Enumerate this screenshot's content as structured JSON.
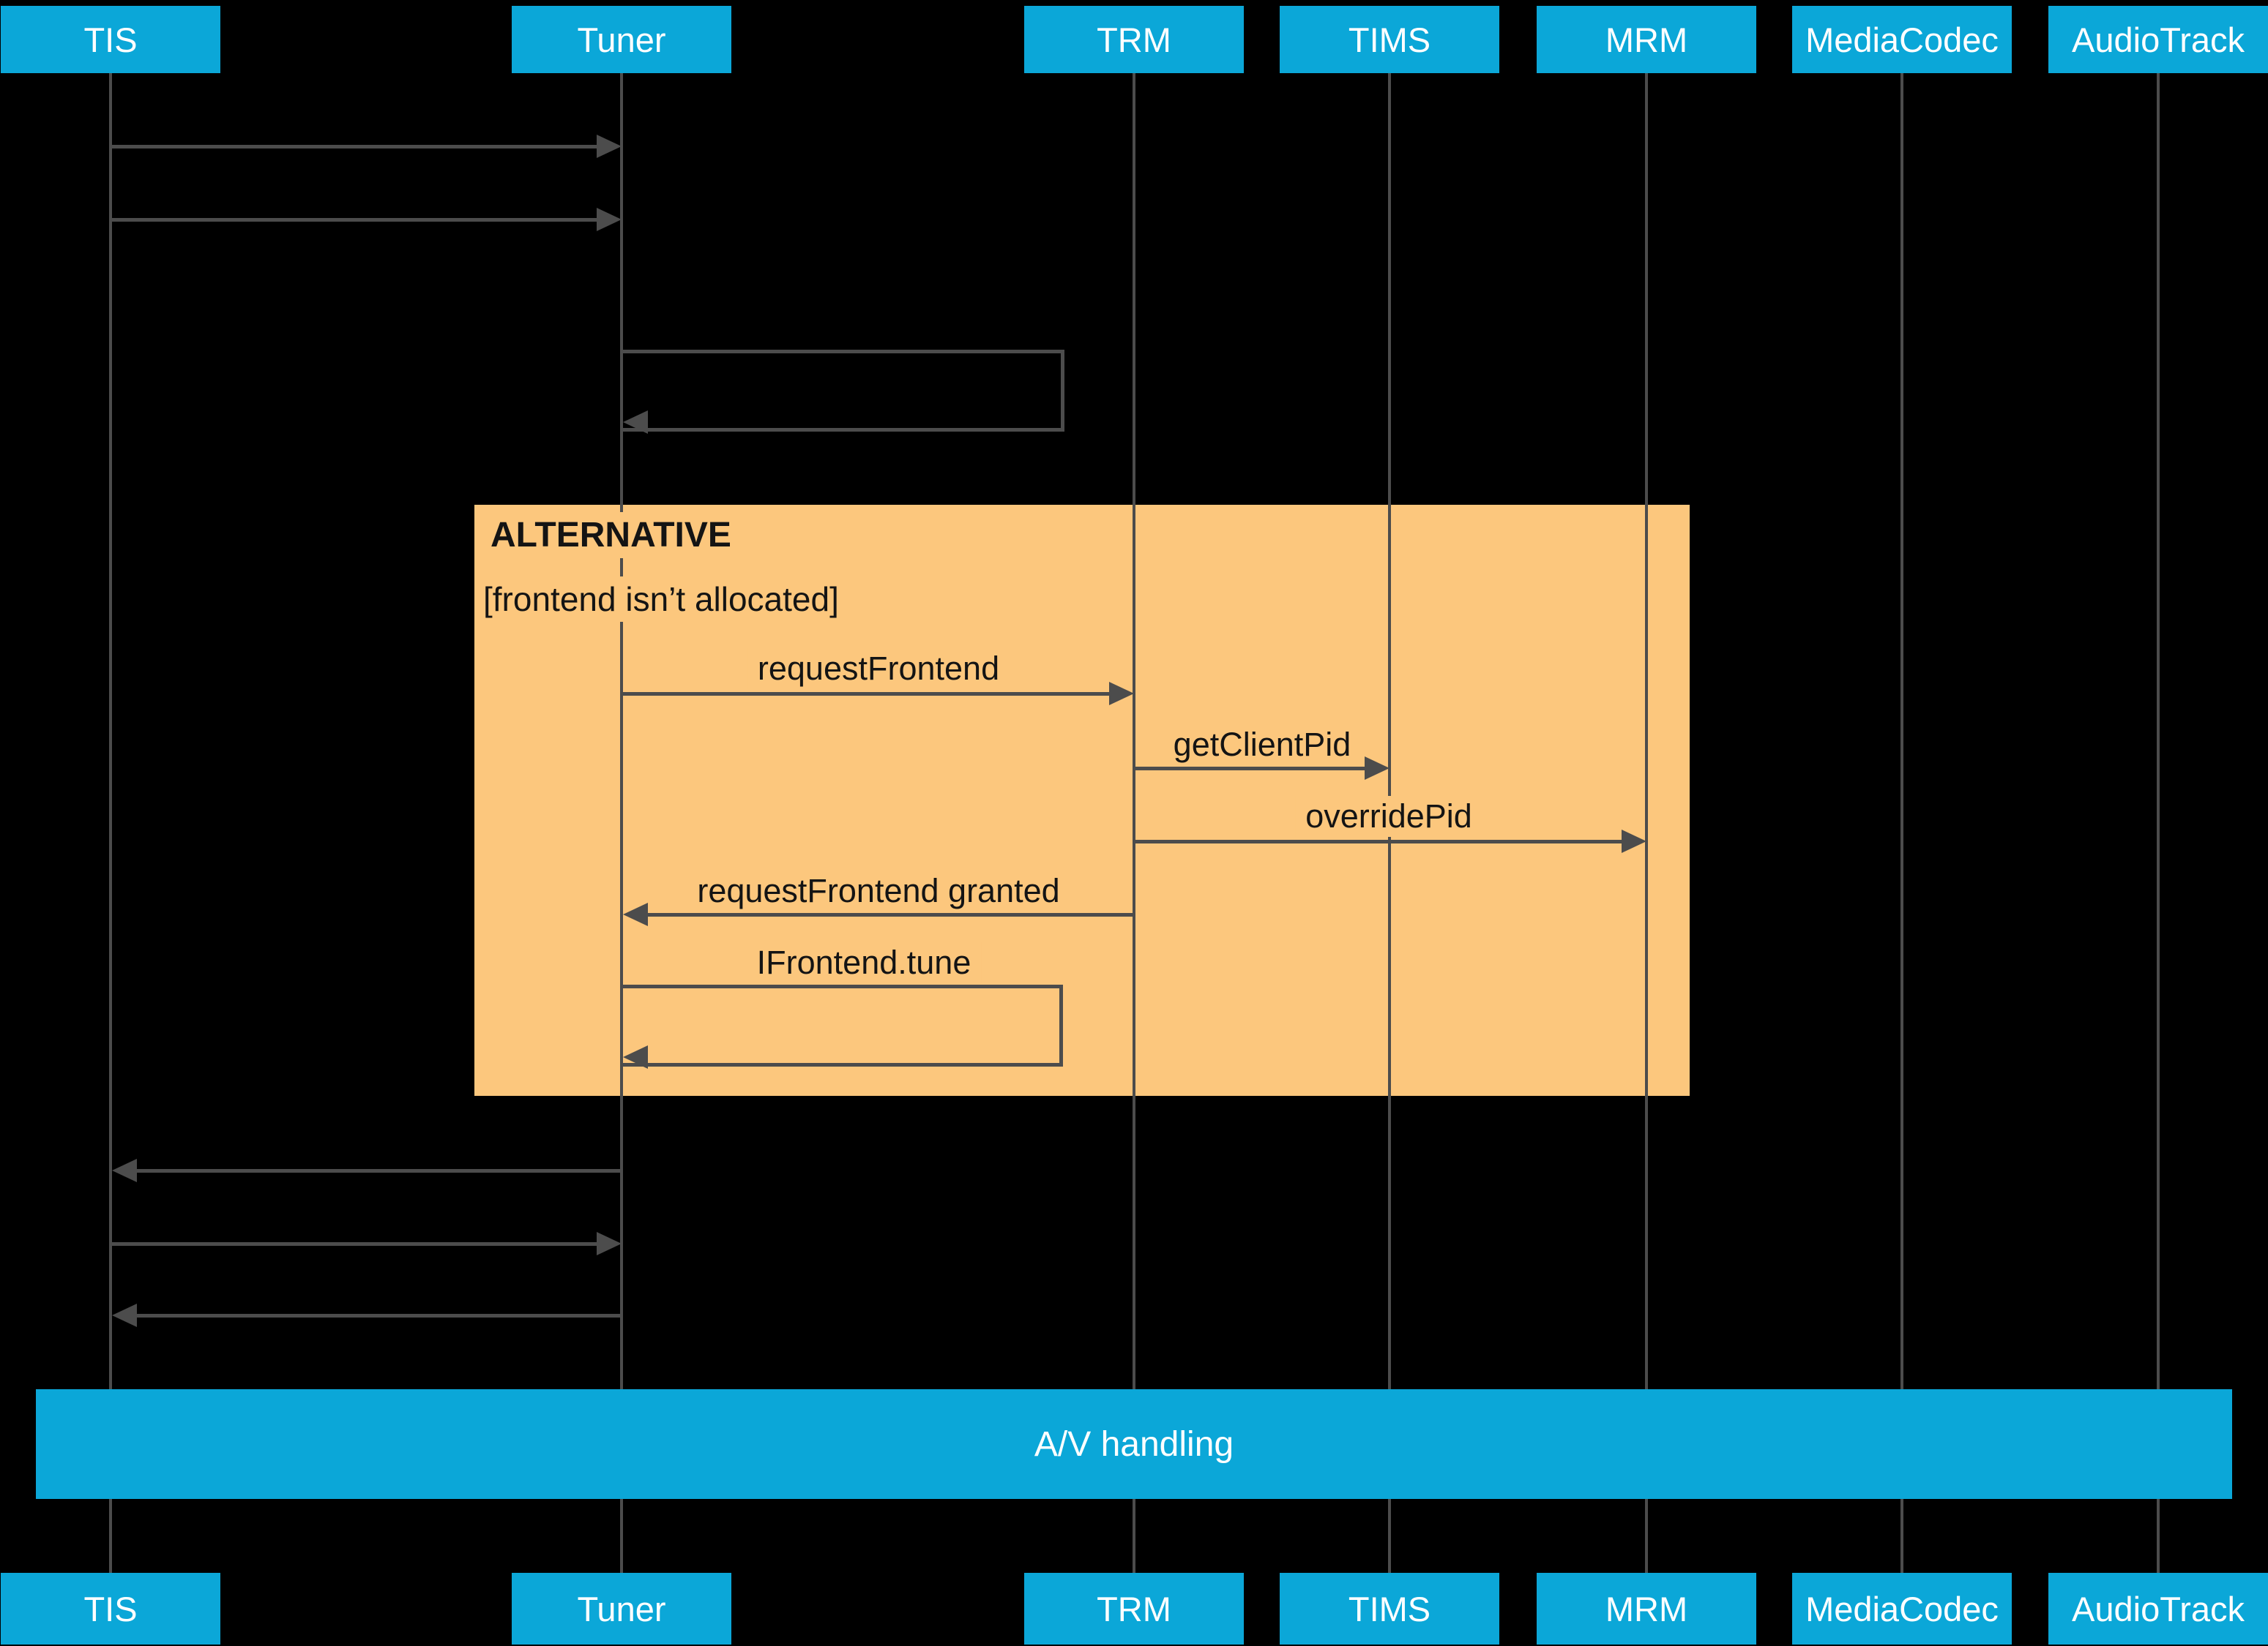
{
  "diagram": {
    "type": "sequence-diagram",
    "participants": [
      {
        "label": "TIS"
      },
      {
        "label": "Tuner"
      },
      {
        "label": "TRM"
      },
      {
        "label": "TIMS"
      },
      {
        "label": "MRM"
      },
      {
        "label": "MediaCodec"
      },
      {
        "label": "AudioTrack"
      }
    ],
    "alt_block": {
      "title": "ALTERNATIVE",
      "condition": "[frontend isn’t allocated]"
    },
    "messages": {
      "request_frontend": "requestFrontend",
      "get_client_pid": "getClientPid",
      "override_pid": "overridePid",
      "request_frontend_granted": "requestFrontend granted",
      "ifrontend_tune": "IFrontend.tune"
    },
    "band_label": "A/V handling",
    "colors": {
      "header": "#0ba7d8",
      "alt_block": "#fcc77d",
      "line": "#4c4c4c",
      "text_dark": "#141414",
      "text_light": "#ffffff",
      "background": "#000000"
    }
  }
}
